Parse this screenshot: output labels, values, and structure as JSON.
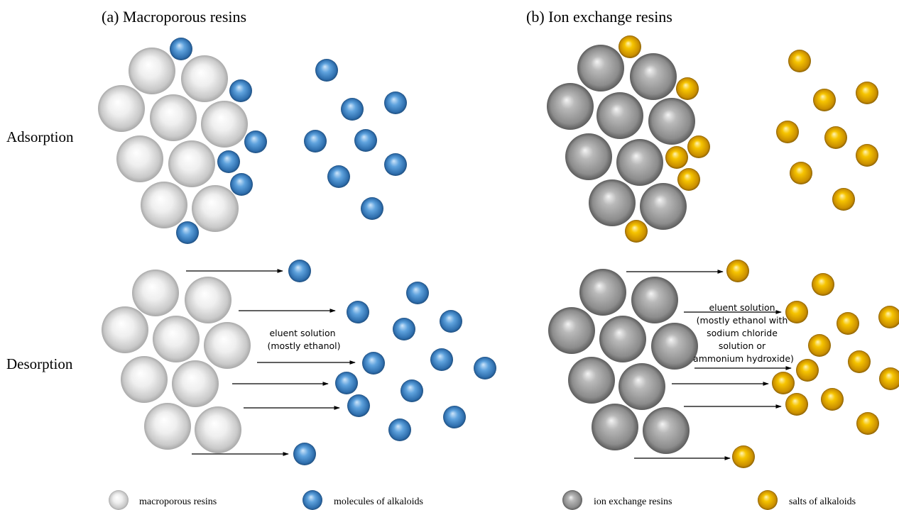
{
  "panels": {
    "a_title": "(a) Macroporous resins",
    "b_title": "(b) Ion exchange resins"
  },
  "rows": {
    "adsorption": "Adsorption",
    "desorption": "Desorption"
  },
  "eluent_a": [
    "eluent solution",
    "(mostly ethanol)"
  ],
  "eluent_b": [
    "eluent solution",
    "(mostly ethanol with",
    "sodium chloride",
    "solution or",
    "ammonium hydroxide)"
  ],
  "legend": {
    "macroporous": "macroporous resins",
    "alkaloid_molecules": "molecules of alkaloids",
    "ion_exchange": "ion exchange resins",
    "alkaloid_salts": "salts of alkaloids"
  },
  "colors": {
    "macroporous_resin": "#d9d9d9",
    "ion_exchange_resin": "#9b9b9b",
    "alkaloid_molecule": "#3f86c8",
    "alkaloid_salt": "#e8b000",
    "arrow": "#000000"
  }
}
